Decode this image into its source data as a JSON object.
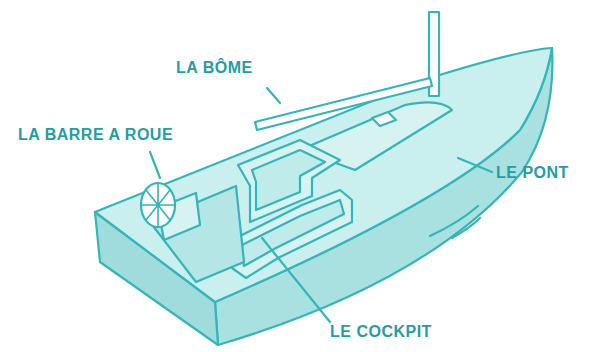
{
  "diagram": {
    "labels": [
      "LA BÔME",
      "LA BARRE A ROUE",
      "LE PONT",
      "LE COCKPIT"
    ]
  }
}
